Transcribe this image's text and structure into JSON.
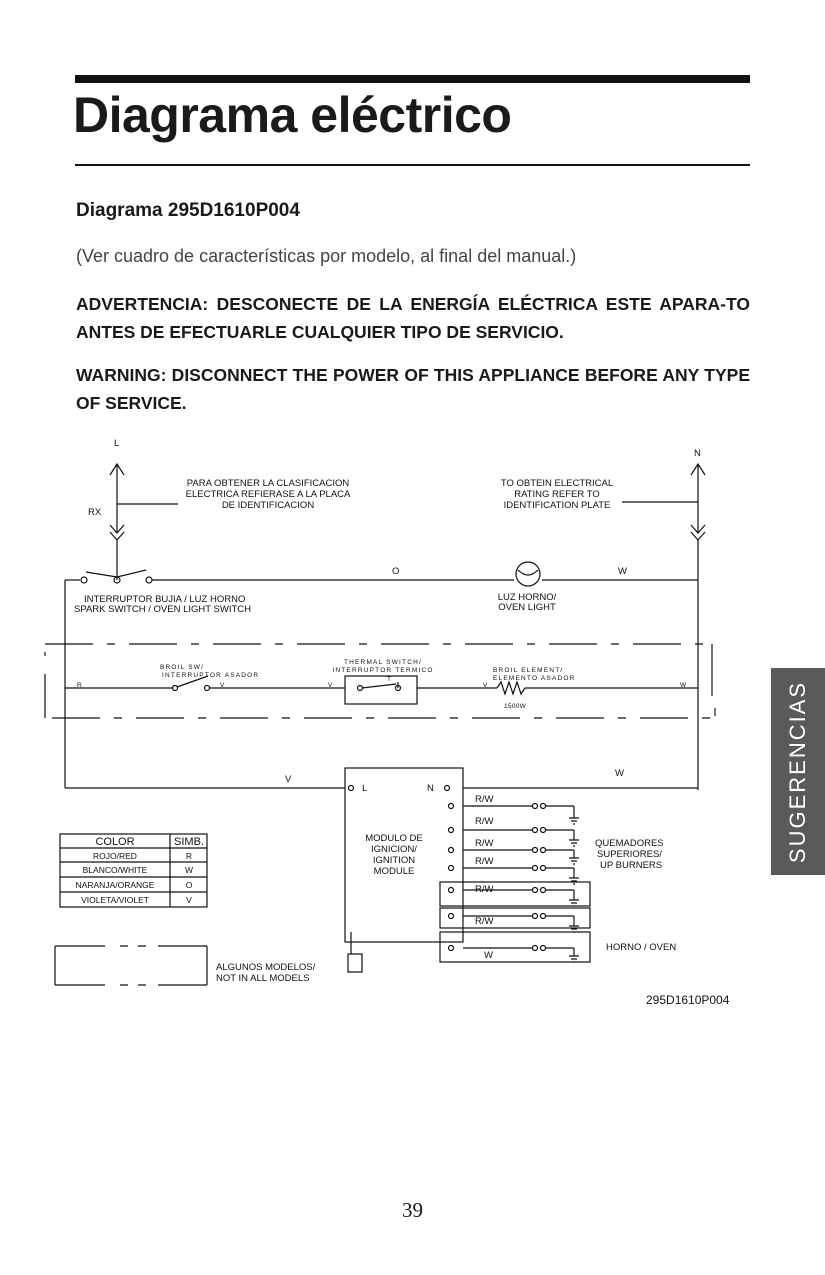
{
  "page": {
    "title": "Diagrama eléctrico",
    "subtitle": "Diagrama 295D1610P004",
    "note": "(Ver cuadro de características por modelo, al final del manual.)",
    "warning_es": "ADVERTENCIA: DESCONECTE DE LA ENERGÍA ELÉCTRICA ESTE APARA-TO ANTES DE EFECTUARLE CUALQUIER TIPO DE SERVICIO.",
    "warning_en": "WARNING: DISCONNECT THE POWER OF THIS APPLIANCE BEFORE ANY TYPE OF SERVICE.",
    "side_tab": "SUGERENCIAS",
    "page_number": "39"
  },
  "diagram": {
    "label_l": "L",
    "label_n": "N",
    "label_rx": "RX",
    "rating_es": [
      "PARA OBTENER LA CLASIFICACION",
      "ELECTRICA REFIERASE A LA PLACA",
      "DE IDENTIFICACION"
    ],
    "rating_en": [
      "TO OBTEIN ELECTRICAL",
      "RATING REFER TO",
      "IDENTIFICATION PLATE"
    ],
    "wire_o": "O",
    "wire_w": "W",
    "wire_v": "V",
    "wire_r": "R",
    "wire_rw": "R/W",
    "spark_switch": [
      "INTERRUPTOR BUJIA / LUZ HORNO",
      "SPARK SWITCH / OVEN LIGHT SWITCH"
    ],
    "oven_light": [
      "LUZ HORNO/",
      "OVEN LIGHT"
    ],
    "broil_sw": [
      "BROIL SW/",
      "INTERRUPTOR ASADOR"
    ],
    "thermal_sw": [
      "THERMAL SWITCH/",
      "INTERRUPTOR TERMICO"
    ],
    "thermal_t": "T",
    "broil_element": [
      "BROIL ELEMENT/",
      "ELEMENTO ASADOR"
    ],
    "watts": "1500W",
    "module_l": "L",
    "module_n": "N",
    "module": [
      "MODULO DE",
      "IGNICION/",
      "IGNITION",
      "MODULE"
    ],
    "burners": [
      "QUEMADORES",
      "SUPERIORES/",
      "UP BURNERS"
    ],
    "oven": "HORNO / OVEN",
    "legend_header": [
      "COLOR",
      "SIMB."
    ],
    "legend_rows": [
      [
        "ROJO/RED",
        "R"
      ],
      [
        "BLANCO/WHITE",
        "W"
      ],
      [
        "NARANJA/ORANGE",
        "O"
      ],
      [
        "VIOLETA/VIOLET",
        "V"
      ]
    ],
    "some_models": [
      "ALGUNOS MODELOS/",
      "NOT IN ALL MODELS"
    ],
    "code": "295D1610P004"
  }
}
